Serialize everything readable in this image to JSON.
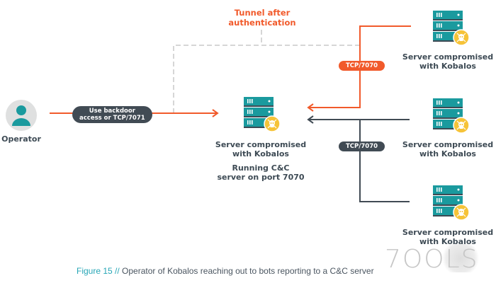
{
  "diagram": {
    "operator": {
      "label": "Operator",
      "icon": "user-icon"
    },
    "edges": {
      "operator_to_cc": {
        "label": "Use backdoor access or TCP/7071",
        "label_lines": [
          "Use backdoor",
          "access or TCP/7071"
        ]
      },
      "tunnel": {
        "label_lines": [
          "Tunnel after",
          "authentication"
        ]
      },
      "bot_top_to_cc": {
        "label": "TCP/7070"
      },
      "bots_to_cc": {
        "label": "TCP/7070"
      }
    },
    "cc_server": {
      "label_lines": [
        "Server compromised",
        "with Kobalos"
      ],
      "sublabel_lines": [
        "Running C&C",
        "server on port 7070"
      ],
      "icon": "compromised-server-icon"
    },
    "bots": [
      {
        "label_lines": [
          "Server compromised",
          "with Kobalos"
        ],
        "icon": "compromised-server-icon"
      },
      {
        "label_lines": [
          "Server compromised",
          "with Kobalos"
        ],
        "icon": "compromised-server-icon"
      },
      {
        "label_lines": [
          "Server compromised",
          "with Kobalos"
        ],
        "icon": "compromised-server-icon"
      }
    ],
    "colors": {
      "orange": "#f15a2b",
      "dark": "#414b54",
      "teal": "#1a9a9e",
      "badge_yellow": "#f6c338",
      "dashed": "#c9c9c9",
      "avatar_bg": "#dfe0e0"
    }
  },
  "caption": {
    "figure": "Figure 15 //",
    "text": " Operator of Kobalos reaching out to bots reporting to a C&C server"
  },
  "watermark": "7OOLS"
}
